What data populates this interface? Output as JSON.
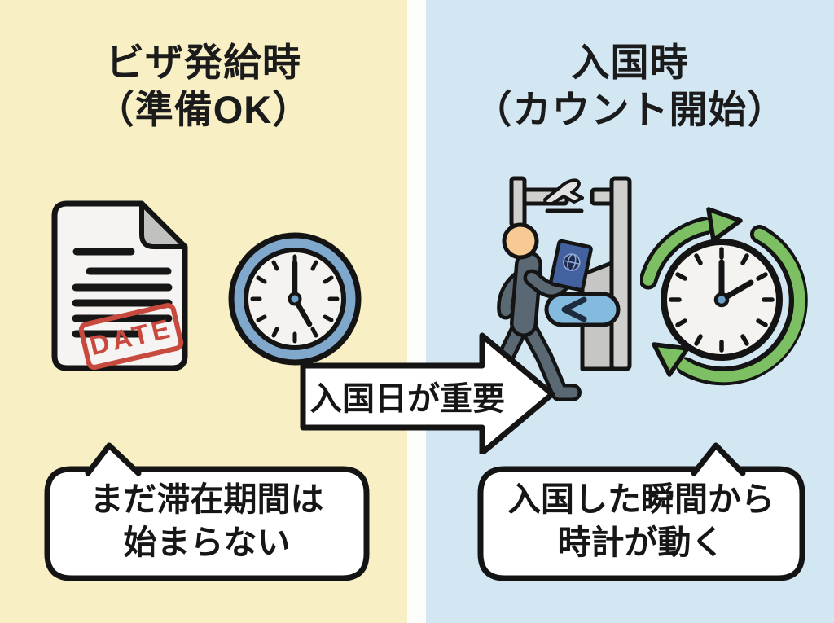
{
  "left_panel": {
    "background_color": "#F8EFC5",
    "title_lines": [
      "ビザ発給時",
      "（準備OK）"
    ],
    "document_icon": {
      "name": "document-date-stamp-icon",
      "stamp_text": "DATE",
      "stamp_color": "#C8493E",
      "paper_color": "#F5F4F2"
    },
    "clock_icon": {
      "name": "clock-icon",
      "ring_color": "#7FA8CC",
      "face_color": "#F4F3F0",
      "time_shown": "5:00"
    },
    "bubble_lines": [
      "まだ滞在期間は",
      "始まらない"
    ]
  },
  "center_arrow": {
    "label": "入国日が重要",
    "fill_color": "#FFFFFF",
    "outline_color": "#141414"
  },
  "right_panel": {
    "background_color": "#D3E7F3",
    "title_lines": [
      "入国時",
      "（カウント開始）"
    ],
    "gate_icon": {
      "name": "immigration-gate-person-icon",
      "person_color": "#5A6874",
      "skin_color": "#F7CA94",
      "passport_color": "#44619F",
      "turnstile_color": "#85BADF",
      "post_color": "#CFCFCD"
    },
    "cycle_clock_icon": {
      "name": "repeating-clock-icon",
      "arrow_color": "#7CC063",
      "face_color": "#F4F3F0",
      "time_shown": "2:00"
    },
    "bubble_lines": [
      "入国した瞬間から",
      "時計が動く"
    ]
  },
  "divider_color": "#FDFDFC"
}
